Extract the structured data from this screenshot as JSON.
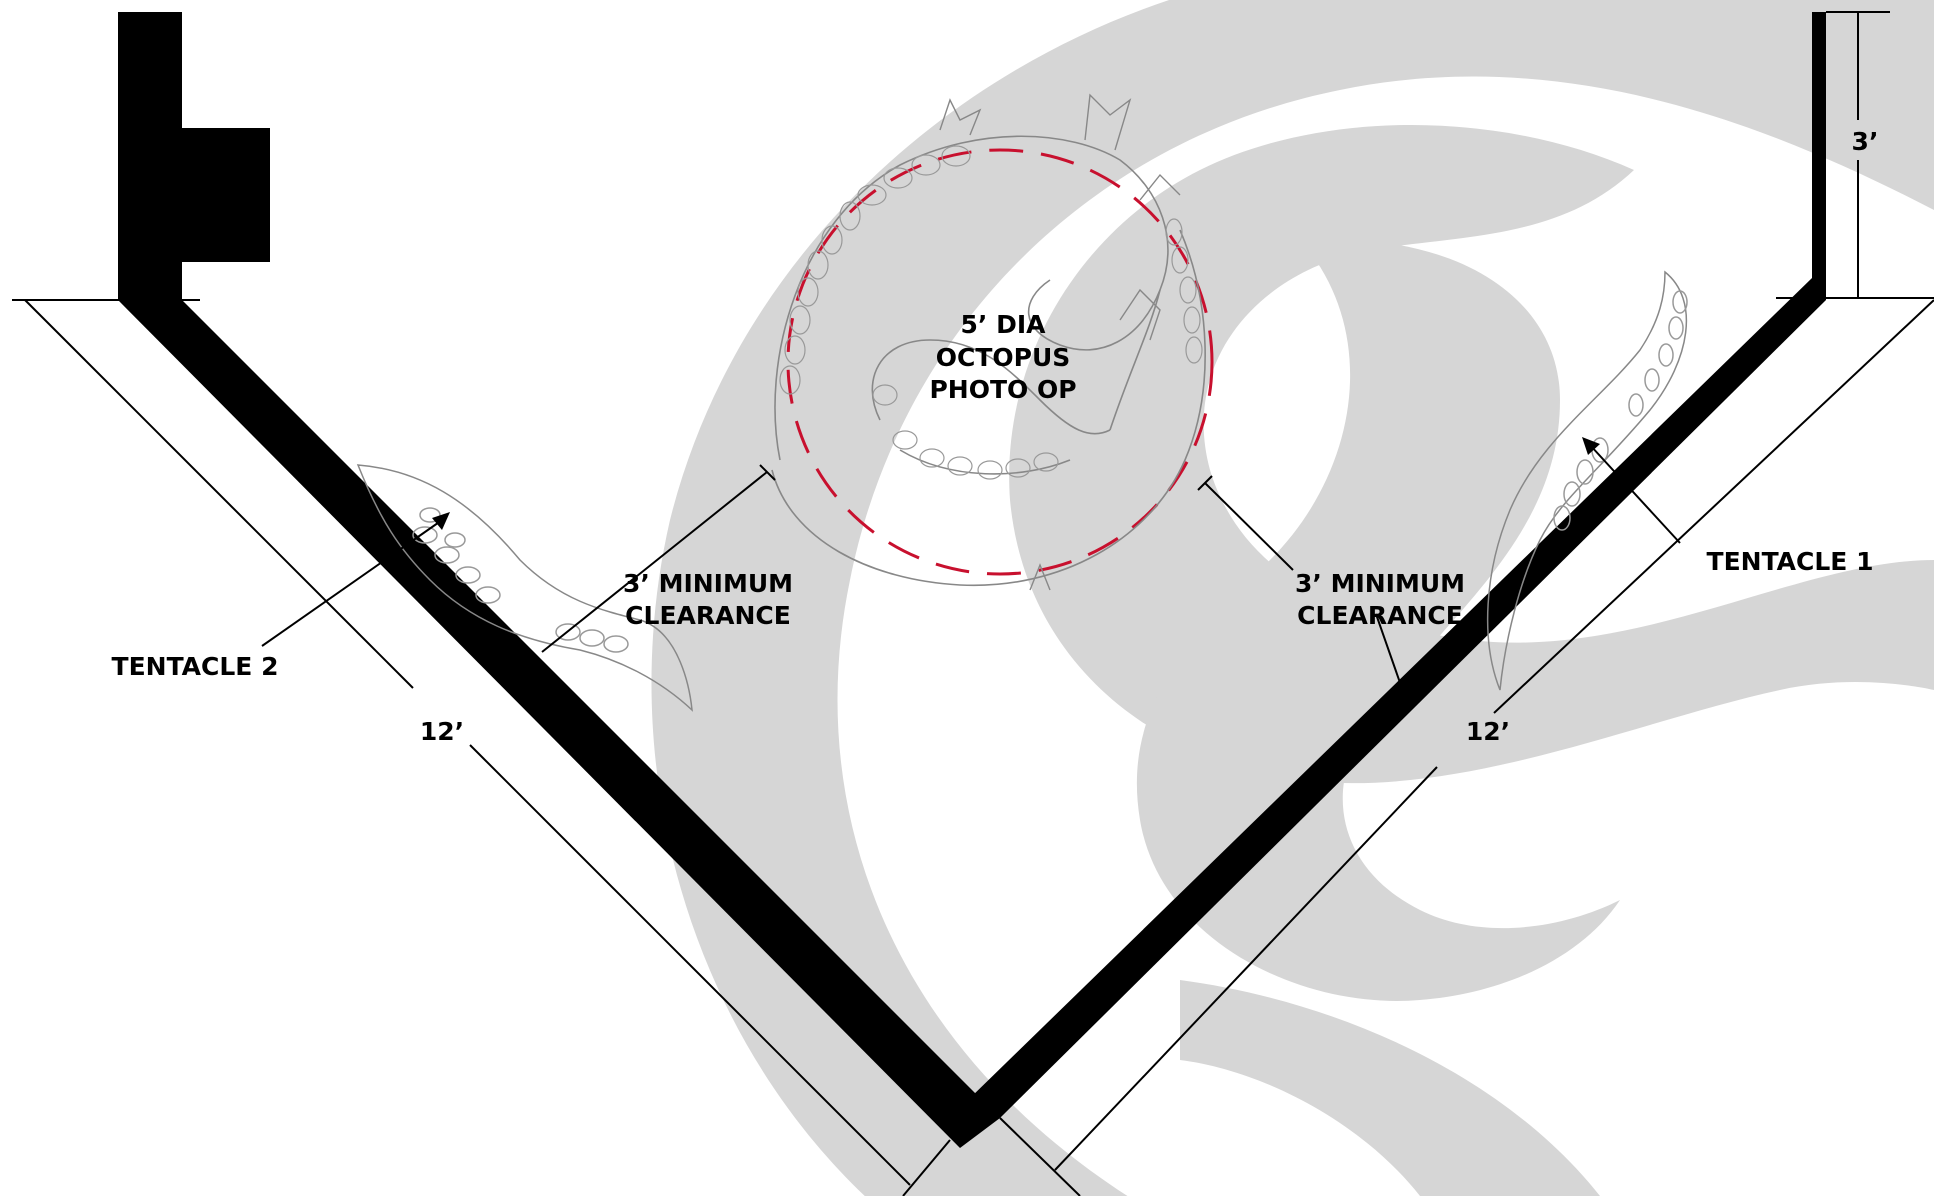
{
  "colors": {
    "background": "#ffffff",
    "watermark": "#d6d6d6",
    "wall": "#000000",
    "clearance_circle": "#c8102e",
    "sketch": "#888888"
  },
  "labels": {
    "octopus_line1": "5’ DIA",
    "octopus_line2": "OCTOPUS",
    "octopus_line3": "PHOTO OP",
    "clearance_left_line1": "3’ MINIMUM",
    "clearance_left_line2": "CLEARANCE",
    "clearance_right_line1": "3’ MINIMUM",
    "clearance_right_line2": "CLEARANCE",
    "tentacle_1": "TENTACLE 1",
    "tentacle_2": "TENTACLE 2",
    "dim_left_length": "12’",
    "dim_right_length": "12’",
    "dim_top_right": "3’"
  },
  "icons": {
    "watermark": "logo-watermark",
    "octopus_sketch": "octopus-tentacle-ring-sketch",
    "tentacle_1_sketch": "tentacle-sketch",
    "tentacle_2_sketch": "tentacle-sketch"
  }
}
